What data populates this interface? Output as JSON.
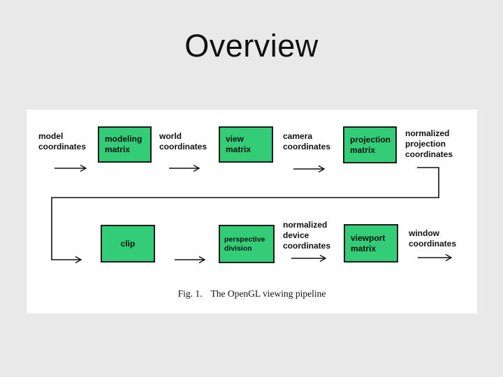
{
  "slide": {
    "title": "Overview"
  },
  "figure": {
    "caption_label": "Fig. 1.",
    "caption_text": "The OpenGL viewing pipeline",
    "colors": {
      "slide_background": "#e9e9e9",
      "panel_background": "#ffffff",
      "box_fill": "#33cc77",
      "box_border": "#1c1c1c",
      "line_color": "#111111"
    },
    "nodes": {
      "model_coordinates": "model\ncoordinates",
      "modeling_matrix": "modeling\nmatrix",
      "world_coordinates": "world\ncoordinates",
      "view_matrix": "view\nmatrix",
      "camera_coordinates": "camera\ncoordinates",
      "projection_matrix": "projection\nmatrix",
      "normalized_projection_coordinates": "normalized\nprojection\ncoordinates",
      "clip": "clip",
      "perspective_division": "perspective\ndivision",
      "normalized_device_coordinates": "normalized\ndevice\ncoordinates",
      "viewport_matrix": "viewport\nmatrix",
      "window_coordinates": "window\ncoordinates"
    },
    "pipeline_order": [
      "model coordinates",
      "modeling matrix",
      "world coordinates",
      "view matrix",
      "camera coordinates",
      "projection matrix",
      "normalized projection coordinates",
      "clip",
      "perspective division",
      "normalized device coordinates",
      "viewport matrix",
      "window coordinates"
    ]
  }
}
